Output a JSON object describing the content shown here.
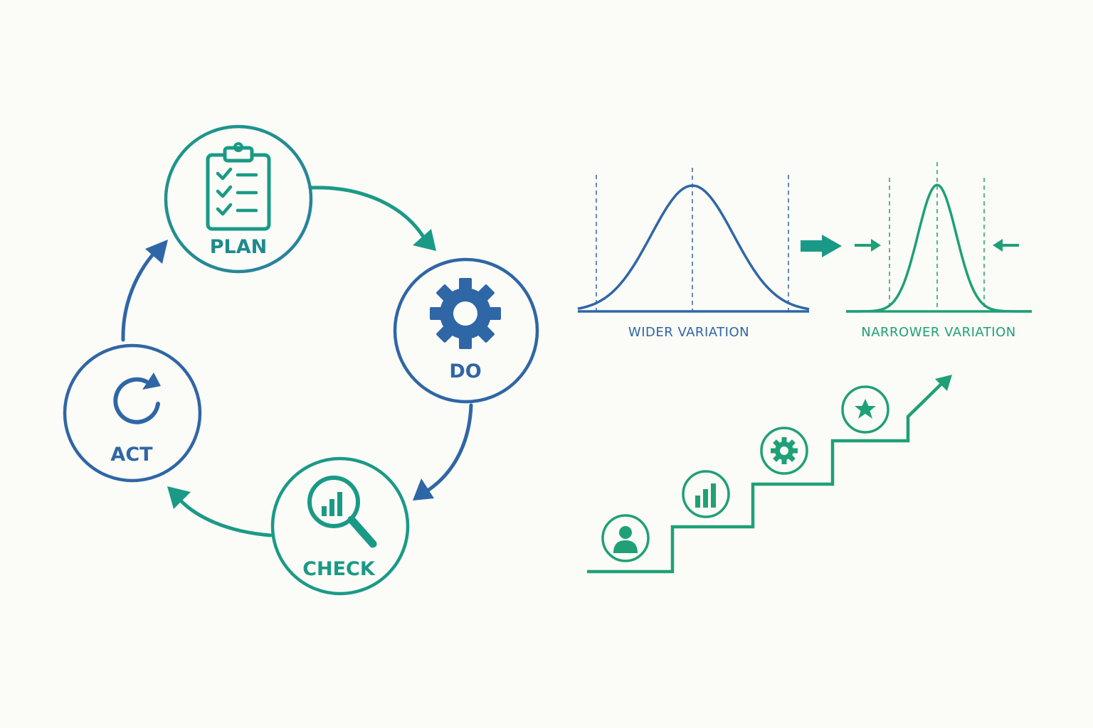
{
  "colors": {
    "blue": "#2f66a6",
    "teal": "#1a9a86",
    "green": "#1fa077",
    "background": "#fbfbf7"
  },
  "cycle": {
    "plan": {
      "label": "PLAN",
      "icon": "clipboard-checklist-icon"
    },
    "do": {
      "label": "DO",
      "icon": "gear-icon"
    },
    "check": {
      "label": "CHECK",
      "icon": "magnifier-chart-icon"
    },
    "act": {
      "label": "ACT",
      "icon": "refresh-icon"
    }
  },
  "variation": {
    "wider_label": "WIDER VARIATION",
    "narrower_label": "NARROWER VARIATION"
  },
  "staircase": {
    "steps": [
      {
        "icon": "user-icon"
      },
      {
        "icon": "bar-chart-icon"
      },
      {
        "icon": "gear-icon"
      },
      {
        "icon": "star-icon"
      }
    ]
  }
}
